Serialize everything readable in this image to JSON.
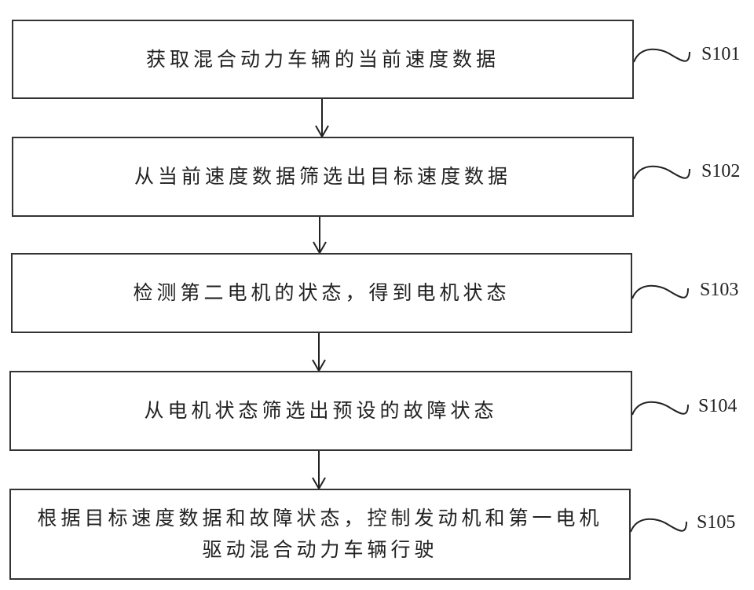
{
  "diagram": {
    "type": "flowchart",
    "steps": [
      {
        "id": "S101",
        "text": "获取混合动力车辆的当前速度数据"
      },
      {
        "id": "S102",
        "text": "从当前速度数据筛选出目标速度数据"
      },
      {
        "id": "S103",
        "text": "检测第二电机的状态，得到电机状态"
      },
      {
        "id": "S104",
        "text": "从电机状态筛选出预设的故障状态"
      },
      {
        "id": "S105",
        "text": "根据目标速度数据和故障状态，控制发动机和第一电机\n驱动混合动力车辆行驶",
        "lines": [
          "根据目标速度数据和故障状态，控制发动机和第一电机",
          "驱动混合动力车辆行驶"
        ]
      }
    ],
    "edges": [
      {
        "from": "S101",
        "to": "S102"
      },
      {
        "from": "S102",
        "to": "S103"
      },
      {
        "from": "S103",
        "to": "S104"
      },
      {
        "from": "S104",
        "to": "S105"
      }
    ]
  }
}
